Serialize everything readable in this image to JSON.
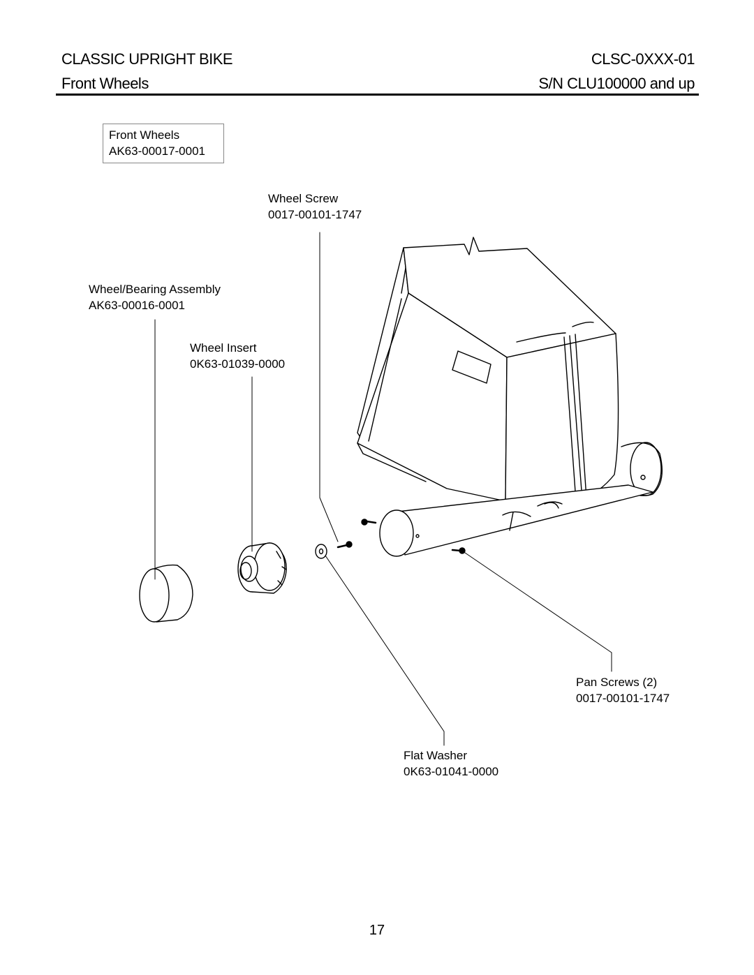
{
  "header": {
    "title": "CLASSIC UPRIGHT BIKE",
    "model": "CLSC-0XXX-01",
    "section": "Front Wheels",
    "serial": "S/N CLU100000 and up"
  },
  "assembly": {
    "name": "Front Wheels",
    "part": "AK63-00017-0001"
  },
  "parts": [
    {
      "name": "Wheel Screw",
      "part": "0017-00101-1747"
    },
    {
      "name": "Wheel/Bearing Assembly",
      "part": "AK63-00016-0001"
    },
    {
      "name": "Wheel Insert",
      "part": "0K63-01039-0000"
    },
    {
      "name": "Pan Screws (2)",
      "part": "0017-00101-1747"
    },
    {
      "name": "Flat Washer",
      "part": "0K63-01041-0000"
    }
  ],
  "page_number": "17"
}
